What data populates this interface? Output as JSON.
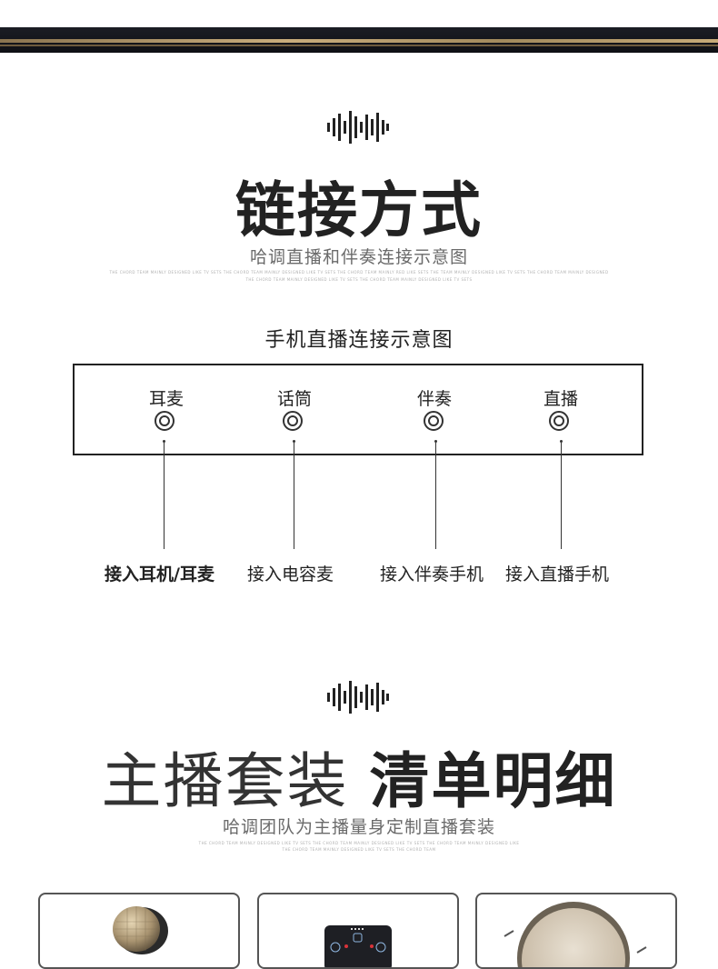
{
  "section1": {
    "title": "链接方式",
    "subtitle": "哈调直播和伴奏连接示意图",
    "fine_line1": "THE CHORD TEAM MAINLY DESIGNED LIKE TV SETS THE CHORD TEAM MAINLY DESIGNED LIKE TV SETS THE CHORD TEAM MAINLY RED LIKE SETS THE TEAM MAINLY DESIGNED LIKE TV SETS THE CHORD TEAM MAINLY DESIGNED",
    "fine_line2": "THE CHORD TEAM MAINLY DESIGNED LIKE TV SETS THE CHORD TEAM MAINLY DESIGNED LIKE TV SETS"
  },
  "diagram": {
    "title": "手机直播连接示意图",
    "ports": [
      {
        "label": "耳麦",
        "connection": "接入耳机/耳麦"
      },
      {
        "label": "话筒",
        "connection": "接入电容麦"
      },
      {
        "label": "伴奏",
        "connection": "接入伴奏手机"
      },
      {
        "label": "直播",
        "connection": "接入直播手机"
      }
    ]
  },
  "section2": {
    "title_thin": "主播套装",
    "title_bold": "清单明细",
    "subtitle": "哈调团队为主播量身定制直播套装",
    "fine_line1": "THE CHORD TEAM MAINLY DESIGNED LIKE TV SETS THE CHORD TEAM MAINLY DESIGNED LIKE TV SETS THE CHORD TEAM MAINLY DESIGNED LIKE",
    "fine_line2": "THE CHORD TEAM MAINLY DESIGNED LIKE TV SETS THE CHORD TEAM"
  },
  "cards": [
    {
      "item": "microphone-image"
    },
    {
      "item": "sound-card-image"
    },
    {
      "item": "ring-light-image"
    }
  ],
  "colors": {
    "gold": "#c9ad7c",
    "dark_band": "#14161c",
    "text": "#222222"
  }
}
